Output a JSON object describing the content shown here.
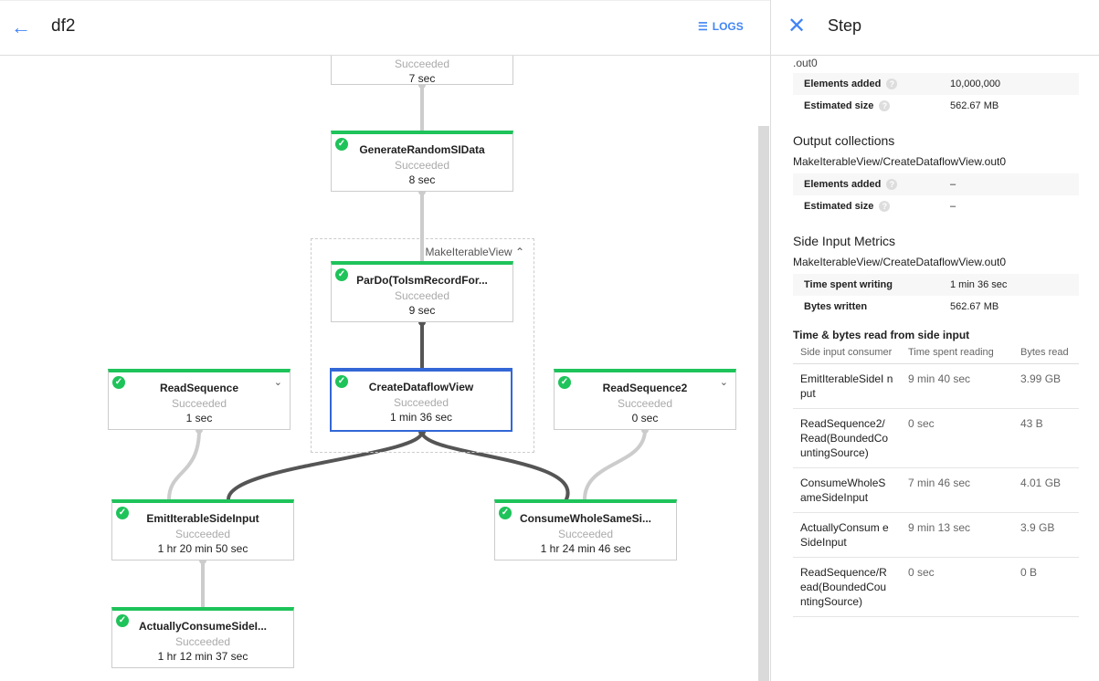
{
  "header": {
    "title": "df2",
    "logs_label": "LOGS"
  },
  "graph": {
    "group_label": "MakeIterableView",
    "nodes": [
      {
        "name": "",
        "status": "Succeeded",
        "time": "7 sec"
      },
      {
        "name": "GenerateRandomSIData",
        "status": "Succeeded",
        "time": "8 sec"
      },
      {
        "name": "ParDo(ToIsmRecordFor...",
        "status": "Succeeded",
        "time": "9 sec"
      },
      {
        "name": "CreateDataflowView",
        "status": "Succeeded",
        "time": "1 min 36 sec"
      },
      {
        "name": "ReadSequence",
        "status": "Succeeded",
        "time": "1 sec"
      },
      {
        "name": "ReadSequence2",
        "status": "Succeeded",
        "time": "0 sec"
      },
      {
        "name": "EmitIterableSideInput",
        "status": "Succeeded",
        "time": "1 hr 20 min 50 sec"
      },
      {
        "name": "ConsumeWholeSameSi...",
        "status": "Succeeded",
        "time": "1 hr 24 min 46 sec"
      },
      {
        "name": "ActuallyConsumeSideI...",
        "status": "Succeeded",
        "time": "1 hr 12 min 37 sec"
      }
    ],
    "colors": {
      "success": "#1ec35a",
      "selected": "#3367d6"
    }
  },
  "panel": {
    "title": "Step",
    "cut_label": ".out0",
    "input": {
      "elements_added_label": "Elements added",
      "elements_added": "10,000,000",
      "estimated_size_label": "Estimated size",
      "estimated_size": "562.67 MB"
    },
    "output_title": "Output collections",
    "output_name": "MakeIterableView/CreateDataflowView.out0",
    "output": {
      "elements_added_label": "Elements added",
      "elements_added": "–",
      "estimated_size_label": "Estimated size",
      "estimated_size": "–"
    },
    "side_title": "Side Input Metrics",
    "side_name": "MakeIterableView/CreateDataflowView.out0",
    "side": {
      "time_label": "Time spent writing",
      "time": "1 min 36 sec",
      "bytes_label": "Bytes written",
      "bytes": "562.67 MB"
    },
    "table_title": "Time & bytes read from side input",
    "columns": [
      "Side input consumer",
      "Time spent reading",
      "Bytes read"
    ],
    "rows": [
      [
        "EmitIterableSideI nput",
        "9 min 40 sec",
        "3.99 GB"
      ],
      [
        "ReadSequence2/ Read(BoundedCo untingSource)",
        "0 sec",
        "43 B"
      ],
      [
        "ConsumeWholeS ameSideInput",
        "7 min 46 sec",
        "4.01 GB"
      ],
      [
        "ActuallyConsum eSideInput",
        "9 min 13 sec",
        "3.9 GB"
      ],
      [
        "ReadSequence/R ead(BoundedCou ntingSource)",
        "0 sec",
        "0 B"
      ]
    ]
  }
}
